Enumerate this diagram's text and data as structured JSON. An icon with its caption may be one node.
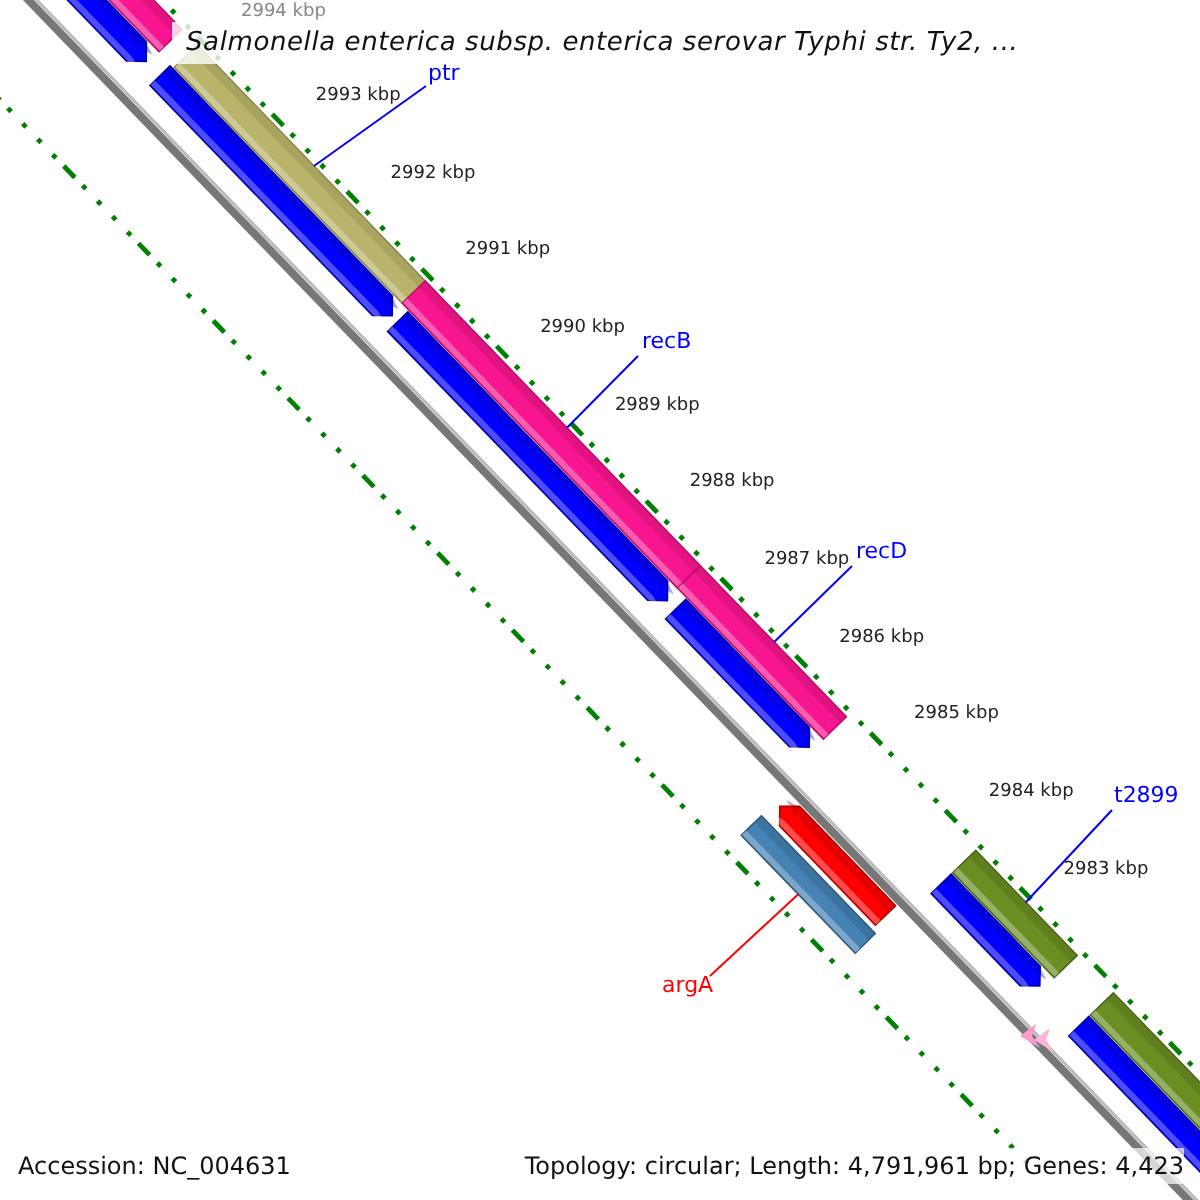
{
  "diagram": {
    "title": "Salmonella enterica subsp. enterica serovar Typhi str. Ty2, ...",
    "nodes": [
      {
        "text": [
          "ptr"
        ]
      },
      {
        "text": [],
        "shape": "bar"
      },
      {
        "text": [
          "recB"
        ]
      },
      {
        "text": [],
        "shape": "bar"
      },
      {
        "text": [
          "recD"
        ]
      },
      {
        "text": [],
        "shape": "bar"
      },
      {
        "text": [
          "t2899"
        ]
      },
      {
        "text": [],
        "shape": "bar"
      },
      {
        "text": [
          "argA"
        ]
      },
      {
        "text": [],
        "shape": "bar"
      }
    ],
    "edges": [
      {
        "from": 0,
        "to": 1,
        "arrow": "none"
      },
      {
        "from": 2,
        "to": 3,
        "arrow": "none"
      },
      {
        "from": 4,
        "to": 5,
        "arrow": "none"
      },
      {
        "from": 6,
        "to": 7,
        "arrow": "none"
      },
      {
        "from": 8,
        "to": 9,
        "arrow": "none",
        "color": "#ff0000"
      }
    ],
    "labels": [
      "2994 kbp",
      "2993 kbp",
      "2992 kbp",
      "2991 kbp",
      "2990 kbp",
      "2989 kbp",
      "2988 kbp",
      "2987 kbp",
      "2986 kbp",
      "2985 kbp",
      "2984 kbp",
      "2983 kbp",
      "Accession: NC_004631",
      "Topology: circular; Length: 4,791,961 bp; Genes: 4,423"
    ]
  }
}
